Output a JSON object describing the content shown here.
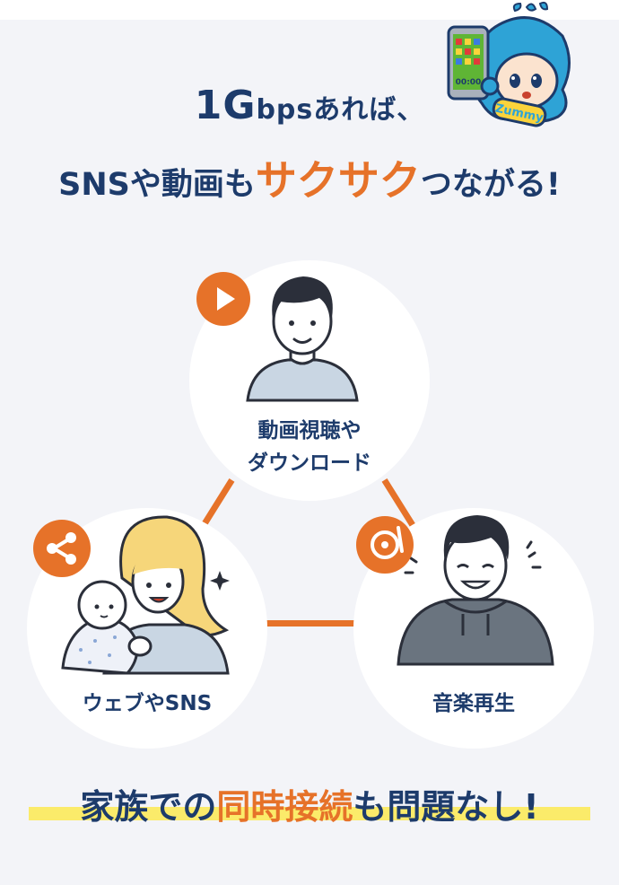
{
  "headline": {
    "line1_big": "1G",
    "line1_rest": "bpsあれば、",
    "line2_a": "SNSや動画も",
    "line2_highlight": "サクサク",
    "line2_b": "つながる!"
  },
  "mascot": {
    "phone_time": "00:00",
    "logo_text": "Zummy"
  },
  "features": [
    {
      "label_line1": "動画視聴や",
      "label_line2": "ダウンロード",
      "icon": "play-icon"
    },
    {
      "label_line1": "ウェブやSNS",
      "icon": "share-icon"
    },
    {
      "label_line1": "音楽再生",
      "icon": "music-disc-icon"
    }
  ],
  "footer": {
    "part_a": "家族での",
    "part_highlight": "同時接続",
    "part_b": "も問題なし!"
  },
  "colors": {
    "navy": "#1d3b6b",
    "orange": "#e67229",
    "yellow": "#fbeb6a",
    "background": "#f3f4f8"
  }
}
